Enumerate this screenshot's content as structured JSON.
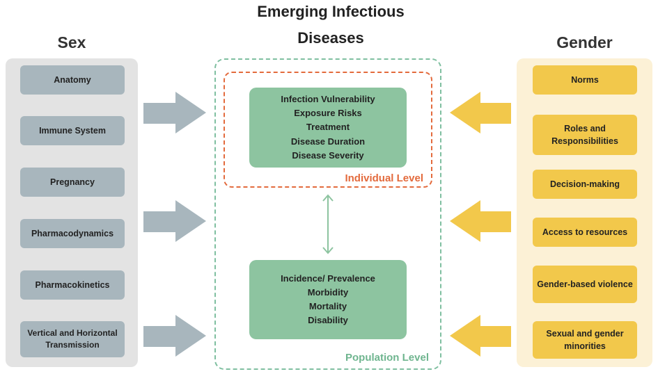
{
  "title_line1": "Emerging Infectious",
  "title_line2": "Diseases",
  "sex": {
    "title": "Sex",
    "items": [
      "Anatomy",
      "Immune System",
      "Pregnancy",
      "Pharmacodynamics",
      "Pharmacokinetics",
      "Vertical and Horizontal Transmission"
    ]
  },
  "gender": {
    "title": "Gender",
    "items": [
      "Norms",
      "Roles and Responsibilities",
      "Decision-making",
      "Access to resources",
      "Gender-based violence",
      "Sexual and gender minorities"
    ]
  },
  "individual": {
    "label": "Individual Level",
    "items": [
      "Infection Vulnerability",
      "Exposure Risks",
      "Treatment",
      "Disease Duration",
      "Disease Severity"
    ]
  },
  "population": {
    "label": "Population Level",
    "items": [
      "Incidence/ Prevalence",
      "Morbidity",
      "Mortality",
      "Disability"
    ]
  },
  "colors": {
    "sex_panel": "#e3e3e3",
    "sex_box": "#a8b6bd",
    "gender_panel": "#fcf1d6",
    "gender_box": "#f2c84b",
    "green_box": "#8dc4a0",
    "individual_border": "#e36a3c",
    "population_border": "#7fbfa0"
  }
}
